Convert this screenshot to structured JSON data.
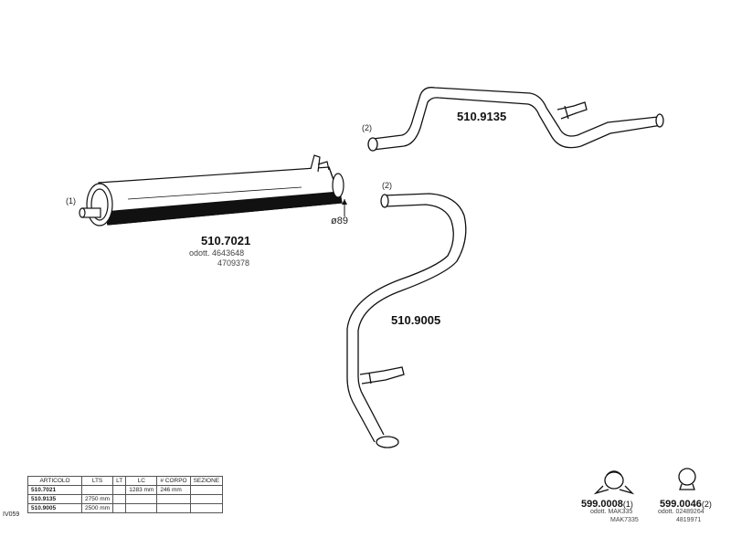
{
  "parts": {
    "muffler": {
      "code": "510.7021",
      "orig_prefix": "odott.",
      "orig_1": "4643648",
      "orig_2": "4709378",
      "callout": "(1)",
      "diameter": "ø89"
    },
    "pipe_upper": {
      "code": "510.9135",
      "callout": "(2)"
    },
    "pipe_lower": {
      "code": "510.9005",
      "callout": "(2)"
    },
    "clamp_1": {
      "code": "599.0008",
      "qty": "(1)",
      "orig_prefix": "odott.",
      "orig_1": "MAK335",
      "orig_2": "MAK7335"
    },
    "clamp_2": {
      "code": "599.0046",
      "qty": "(2)",
      "orig_prefix": "odott.",
      "orig_1": "02489264",
      "orig_2": "4819971"
    }
  },
  "table": {
    "side_label": "IV059",
    "headers": [
      "ARTICOLO",
      "LTS",
      "LT",
      "LC",
      "# CORPO",
      "SEZIONE"
    ],
    "rows": [
      [
        "510.7021",
        "",
        "",
        "1283 mm",
        "246 mm",
        ""
      ],
      [
        "510.9135",
        "2750 mm",
        "",
        "",
        "",
        ""
      ],
      [
        "510.9005",
        "2500 mm",
        "",
        "",
        "",
        ""
      ]
    ]
  }
}
